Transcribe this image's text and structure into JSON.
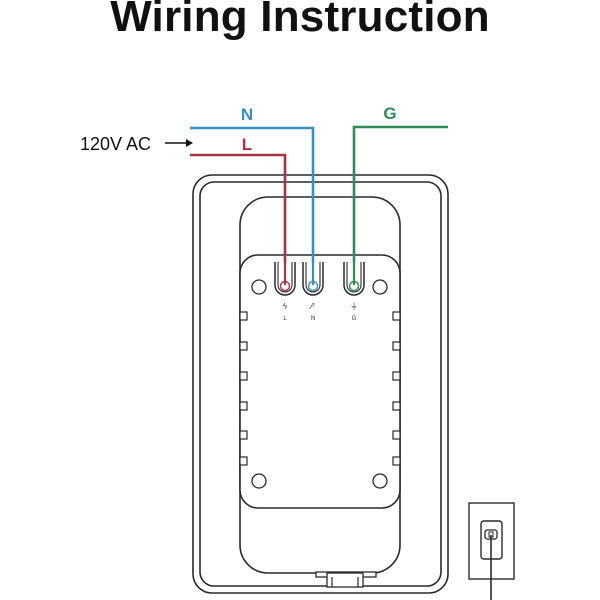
{
  "title": "Wiring Instruction",
  "source_label": "120V AC",
  "wires": [
    {
      "id": "neutral",
      "label": "N",
      "color": "#3a8fbf"
    },
    {
      "id": "line",
      "label": "L",
      "color": "#a8323e"
    },
    {
      "id": "ground",
      "label": "G",
      "color": "#2e8b57"
    }
  ],
  "terminals": [
    {
      "id": "line",
      "label": "L",
      "glyph": "ϟ"
    },
    {
      "id": "neutral",
      "label": "N",
      "glyph": "⁄⁷"
    },
    {
      "id": "ground",
      "label": "G",
      "glyph": "⏚"
    }
  ],
  "colors": {
    "outline": "#2a2a2a",
    "text": "#111111"
  }
}
